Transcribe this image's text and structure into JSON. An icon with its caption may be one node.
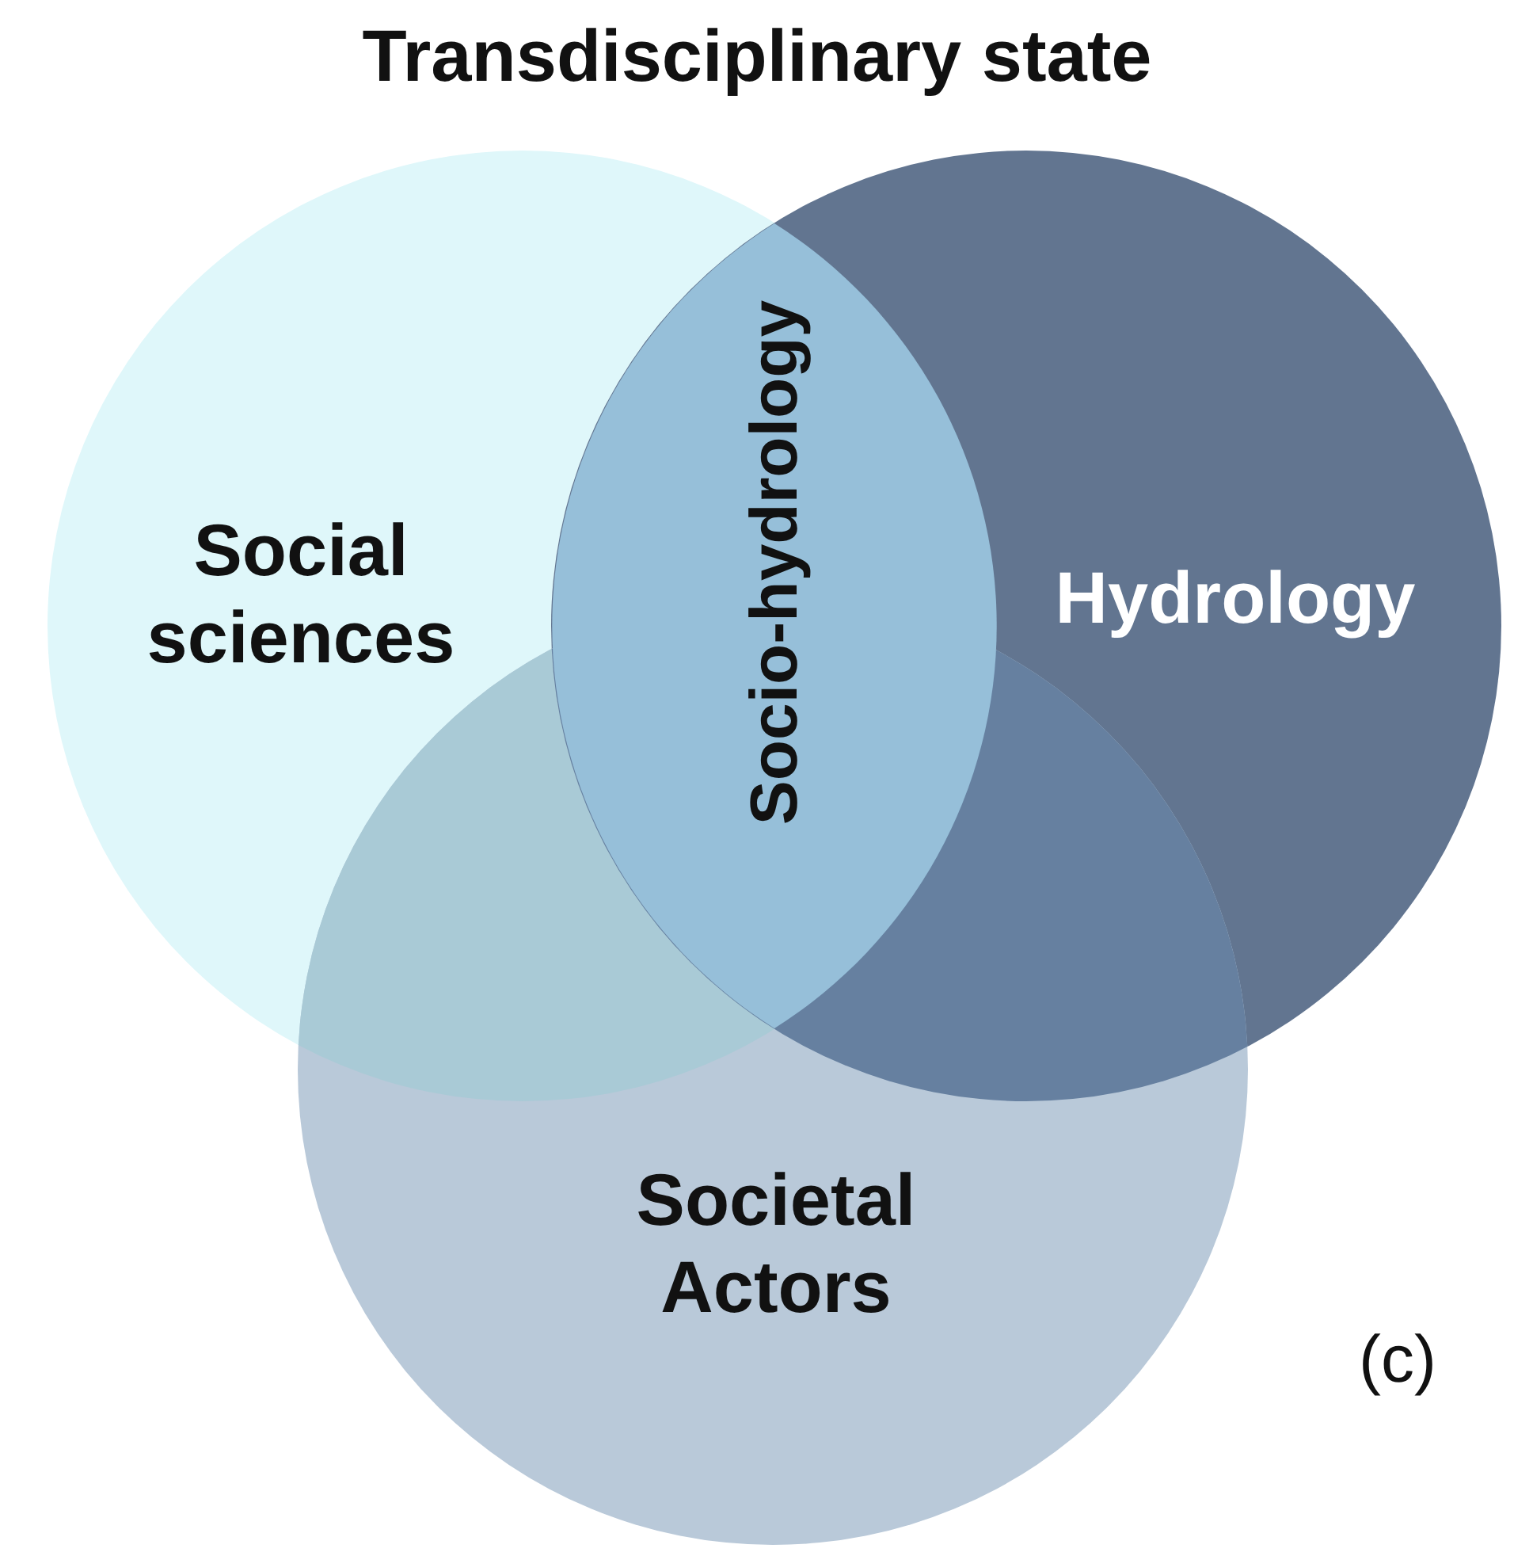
{
  "diagram": {
    "title": "Transdisciplinary state",
    "nodes": [
      {
        "text": [
          "Social sciences"
        ]
      },
      {
        "text": [
          "Hydrology"
        ]
      },
      {
        "text": [
          "Societal Actors"
        ]
      },
      {
        "text": [
          "Socio-hydrology"
        ]
      }
    ],
    "labels": [
      "(c)"
    ]
  }
}
